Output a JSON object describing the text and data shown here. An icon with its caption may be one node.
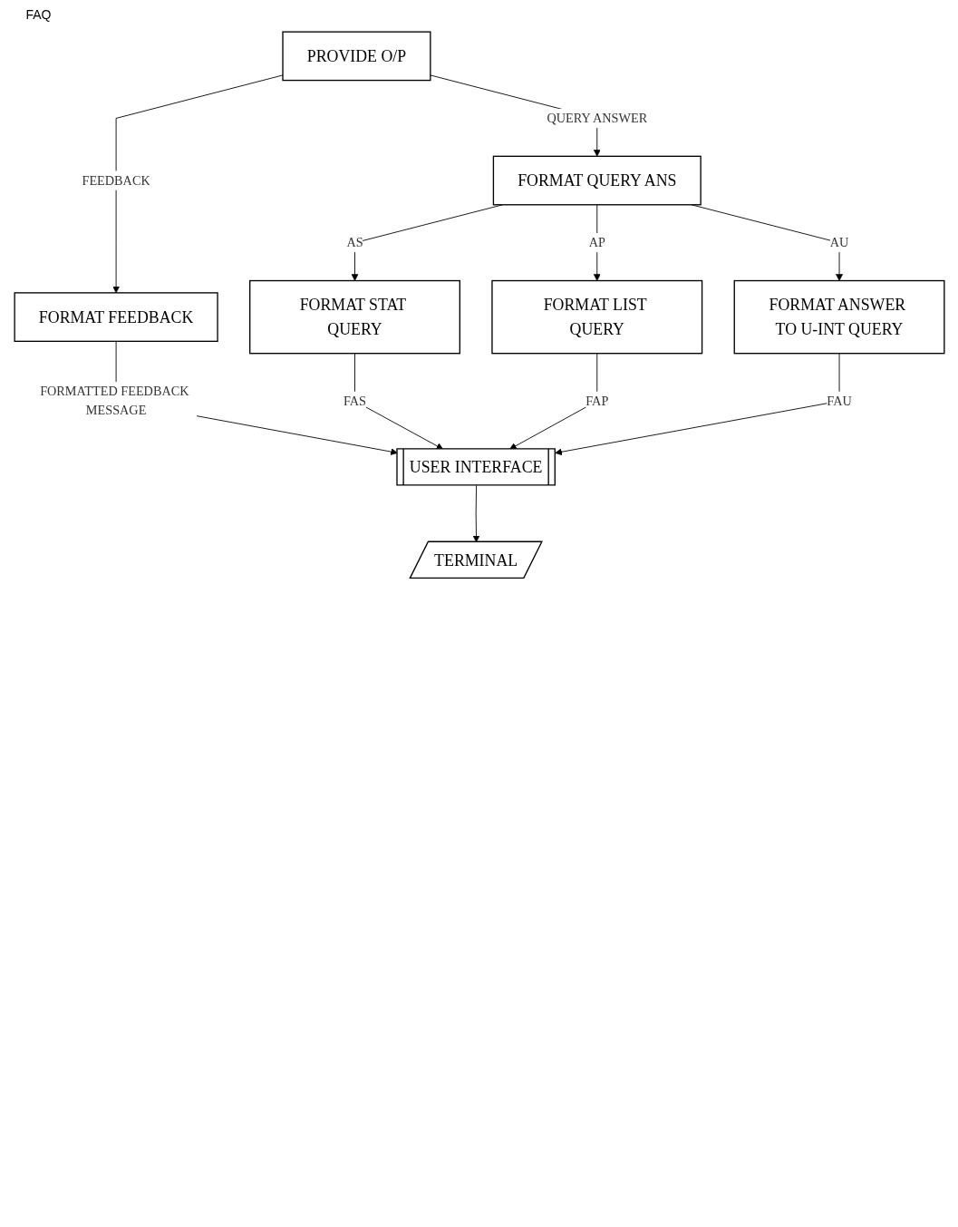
{
  "diagram": {
    "nodes": [
      {
        "text": [
          "PROVIDE O/P"
        ]
      },
      {
        "text": [
          "FORMAT FEEDBACK"
        ]
      },
      {
        "text": [
          "FORMAT QUERY ANS"
        ]
      },
      {
        "text": [
          "FORMAT STAT QUERY"
        ]
      },
      {
        "text": [
          "FORMAT LIST QUERY"
        ]
      },
      {
        "text": [
          "FORMAT ANSWER TO U-INT QUERY"
        ]
      },
      {
        "text": [
          "USER INTERFACE"
        ]
      },
      {
        "text": [
          "TERMINAL"
        ]
      }
    ],
    "edges": [
      {
        "from": 0,
        "to": 1,
        "arrow": "to",
        "label": "FEEDBACK"
      },
      {
        "from": 0,
        "to": 2,
        "arrow": "to",
        "label": "QUERY ANSWER"
      },
      {
        "from": 2,
        "to": 3,
        "arrow": "to",
        "label": "AS"
      },
      {
        "from": 2,
        "to": 4,
        "arrow": "to",
        "label": "AP"
      },
      {
        "from": 2,
        "to": 5,
        "arrow": "to",
        "label": "AU"
      },
      {
        "from": 1,
        "to": 6,
        "arrow": "to",
        "label": "FORMATTED FEEDBACK MESSAGE"
      },
      {
        "from": 3,
        "to": 6,
        "arrow": "to",
        "label": "FAS"
      },
      {
        "from": 4,
        "to": 6,
        "arrow": "to",
        "label": "FAP"
      },
      {
        "from": 5,
        "to": 6,
        "arrow": "to",
        "label": "FAU"
      },
      {
        "from": 6,
        "to": 7,
        "arrow": "to"
      }
    ],
    "labels": [
      "FAQ"
    ]
  }
}
